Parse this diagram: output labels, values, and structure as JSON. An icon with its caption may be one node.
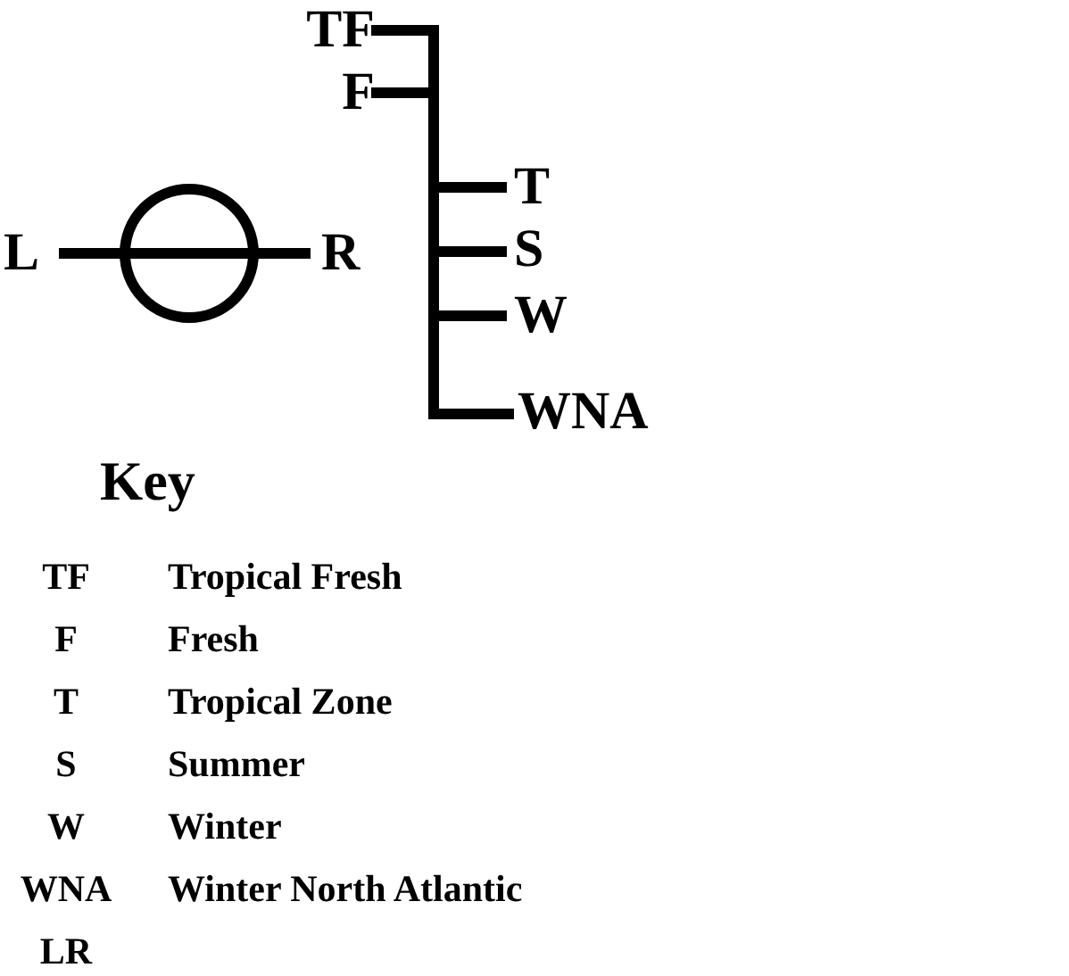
{
  "diagram": {
    "labels": [
      "TF",
      "F",
      "T",
      "S",
      "W",
      "WNA",
      "L",
      "R",
      "Key",
      "TF",
      "Tropical Fresh",
      "F",
      "Fresh",
      "T",
      "Tropical Zone",
      "S",
      "Summer",
      "W",
      "Winter",
      "WNA",
      "Winter North Atlantic",
      "LR"
    ]
  }
}
